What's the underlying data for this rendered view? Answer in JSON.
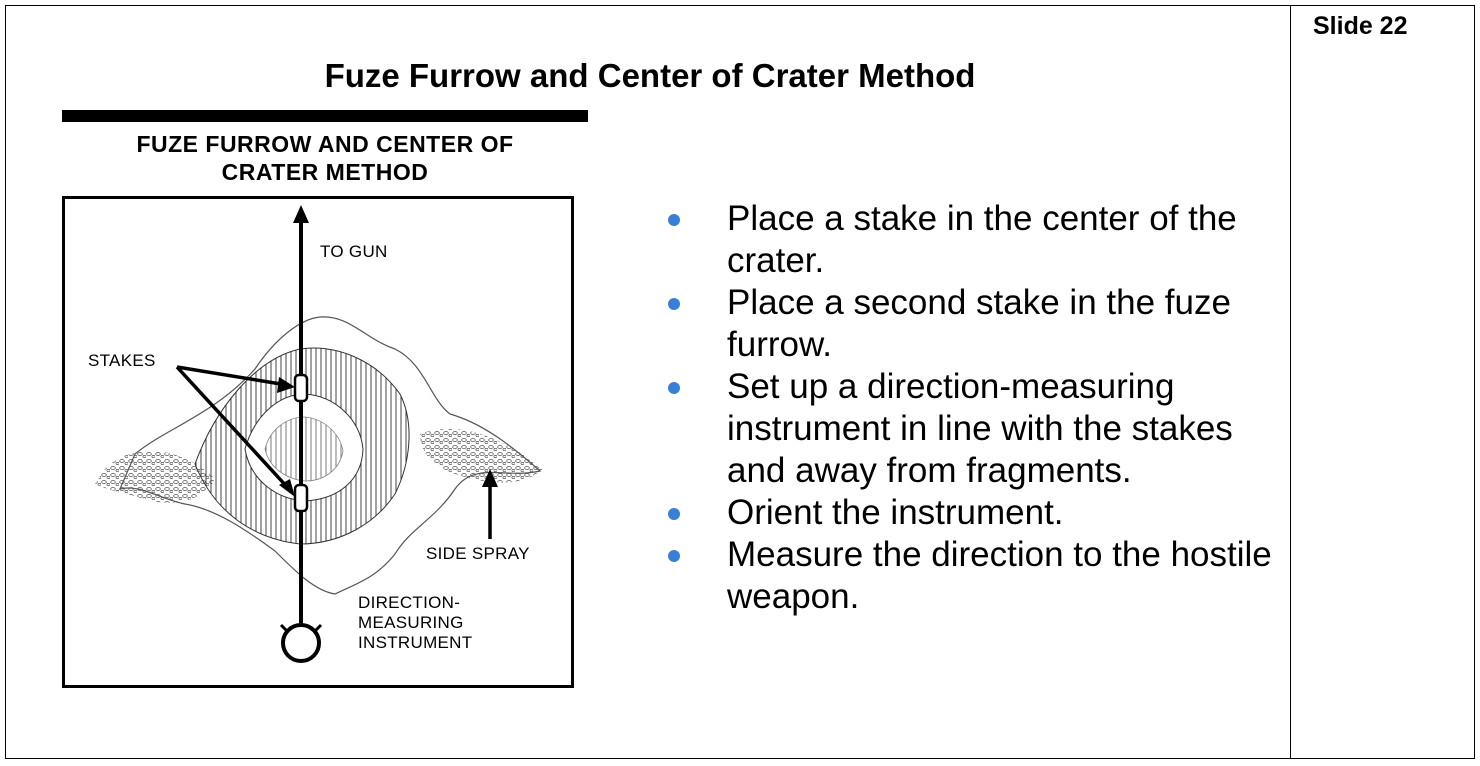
{
  "slide": {
    "label": "Slide 22"
  },
  "title": "Fuze Furrow and Center of Crater Method",
  "figure": {
    "caption_line1": "FUZE FURROW AND CENTER OF",
    "caption_line2": "CRATER METHOD",
    "labels": {
      "to_gun": "TO GUN",
      "stakes": "STAKES",
      "side_spray": "SIDE SPRAY",
      "instrument_line1": "DIRECTION-",
      "instrument_line2": "MEASURING",
      "instrument_line3": "INSTRUMENT"
    }
  },
  "bullets": [
    "Place a stake in the center of the crater.",
    "Place a second stake in the fuze furrow.",
    "Set up a direction-measuring instrument in line with the stakes and away from fragments.",
    "Orient the instrument.",
    "Measure the direction to the hostile weapon."
  ],
  "colors": {
    "bullet": "#3a7fd6"
  }
}
